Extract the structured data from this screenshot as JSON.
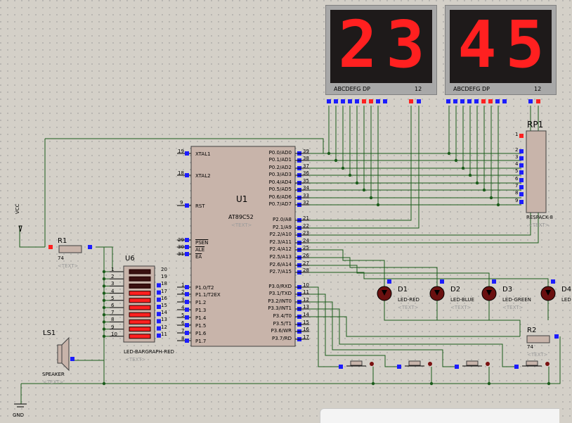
{
  "display": {
    "left_digits": [
      "2",
      "3"
    ],
    "right_digits": [
      "4",
      "5"
    ],
    "segment_footer": "ABCDEFG  DP",
    "common_pins": "12"
  },
  "mcu": {
    "ref": "U1",
    "part": "AT89C52",
    "text": "<TEXT>",
    "left_pins": [
      {
        "num": "19",
        "name": "XTAL1"
      },
      {
        "num": "18",
        "name": "XTAL2"
      },
      {
        "num": "9",
        "name": "RST"
      },
      {
        "num": "29",
        "name": "PSEN"
      },
      {
        "num": "30",
        "name": "ALE"
      },
      {
        "num": "31",
        "name": "EA"
      },
      {
        "num": "1",
        "name": "P1.0/T2"
      },
      {
        "num": "2",
        "name": "P1.1/T2EX"
      },
      {
        "num": "3",
        "name": "P1.2"
      },
      {
        "num": "4",
        "name": "P1.3"
      },
      {
        "num": "5",
        "name": "P1.4"
      },
      {
        "num": "6",
        "name": "P1.5"
      },
      {
        "num": "7",
        "name": "P1.6"
      },
      {
        "num": "8",
        "name": "P1.7"
      }
    ],
    "right_pins": [
      {
        "num": "39",
        "name": "P0.0/AD0"
      },
      {
        "num": "38",
        "name": "P0.1/AD1"
      },
      {
        "num": "37",
        "name": "P0.2/AD2"
      },
      {
        "num": "36",
        "name": "P0.3/AD3"
      },
      {
        "num": "35",
        "name": "P0.4/AD4"
      },
      {
        "num": "34",
        "name": "P0.5/AD5"
      },
      {
        "num": "33",
        "name": "P0.6/AD6"
      },
      {
        "num": "32",
        "name": "P0.7/AD7"
      },
      {
        "num": "21",
        "name": "P2.0/A8"
      },
      {
        "num": "22",
        "name": "P2.1/A9"
      },
      {
        "num": "23",
        "name": "P2.2/A10"
      },
      {
        "num": "24",
        "name": "P2.3/A11"
      },
      {
        "num": "25",
        "name": "P2.4/A12"
      },
      {
        "num": "26",
        "name": "P2.5/A13"
      },
      {
        "num": "27",
        "name": "P2.6/A14"
      },
      {
        "num": "28",
        "name": "P2.7/A15"
      },
      {
        "num": "10",
        "name": "P3.0/RXD"
      },
      {
        "num": "11",
        "name": "P3.1/TXD"
      },
      {
        "num": "12",
        "name": "P3.2/INT0"
      },
      {
        "num": "13",
        "name": "P3.3/INT1"
      },
      {
        "num": "14",
        "name": "P3.4/T0"
      },
      {
        "num": "15",
        "name": "P3.5/T1"
      },
      {
        "num": "16",
        "name": "P3.6/WR"
      },
      {
        "num": "17",
        "name": "P3.7/RD"
      }
    ]
  },
  "rp1": {
    "ref": "RP1",
    "part": "RESPACK-8",
    "text": "<TEXT>",
    "pins": [
      "1",
      "2",
      "3",
      "4",
      "5",
      "6",
      "7",
      "8",
      "9"
    ]
  },
  "r1": {
    "ref": "R1",
    "value": "74",
    "text": "<TEXT>"
  },
  "r2": {
    "ref": "R2",
    "value": "74",
    "text": "<TEXT>"
  },
  "u6": {
    "ref": "U6",
    "part": "LED-BARGRAPH-RED",
    "text": "<TEXT>",
    "left_pins": [
      "1",
      "2",
      "3",
      "4",
      "5",
      "6",
      "7",
      "8",
      "9",
      "10"
    ],
    "right_pins": [
      "20",
      "19",
      "18",
      "17",
      "16",
      "15",
      "14",
      "13",
      "12",
      "11"
    ]
  },
  "speaker": {
    "ref": "LS1",
    "part": "SPEAKER",
    "text": "<TEXT>"
  },
  "power": {
    "vcc": "VCC",
    "gnd": "GND"
  },
  "leds": [
    {
      "ref": "D1",
      "part": "LED-RED",
      "text": "<TEXT>"
    },
    {
      "ref": "D2",
      "part": "LED-BLUE",
      "text": "<TEXT>"
    },
    {
      "ref": "D3",
      "part": "LED-GREEN",
      "text": "<TEXT>"
    },
    {
      "ref": "D4",
      "part": "LED",
      "text": ""
    }
  ],
  "colors": {
    "background": "#d4d0c8",
    "wire": "#1a5c1a",
    "body": "#c8b4aa",
    "led_red": "#ff2020",
    "pin_blue": "#1c1cff",
    "pin_red": "#ff2020"
  }
}
